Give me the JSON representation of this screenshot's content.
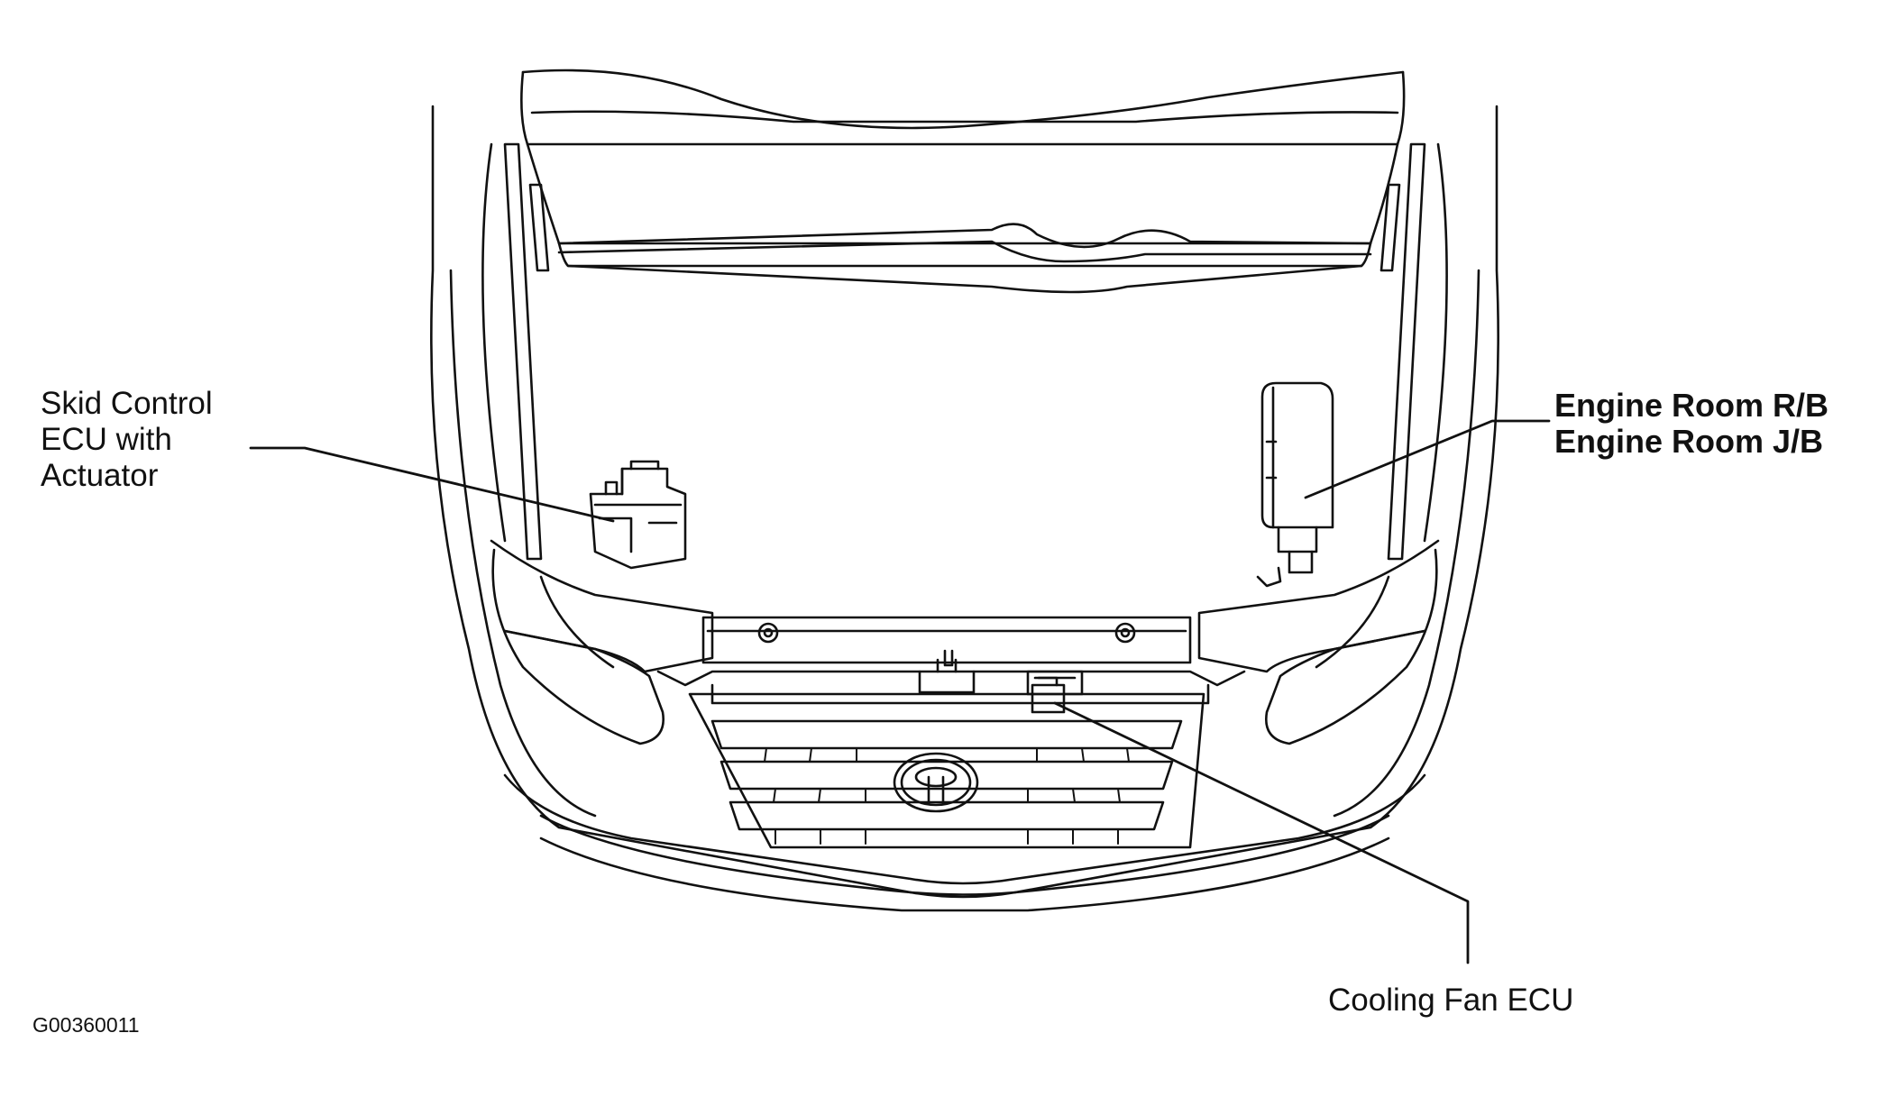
{
  "figure_id": "G00360011",
  "callouts": {
    "skid_control": {
      "lines": [
        "Skid Control",
        "ECU with",
        "Actuator"
      ]
    },
    "engine_room": {
      "lines": [
        "Engine Room R/B",
        "Engine Room J/B"
      ]
    },
    "cooling_fan": {
      "lines": [
        "Cooling Fan ECU"
      ]
    }
  },
  "colors": {
    "ink": "#111111",
    "background": "#ffffff"
  }
}
